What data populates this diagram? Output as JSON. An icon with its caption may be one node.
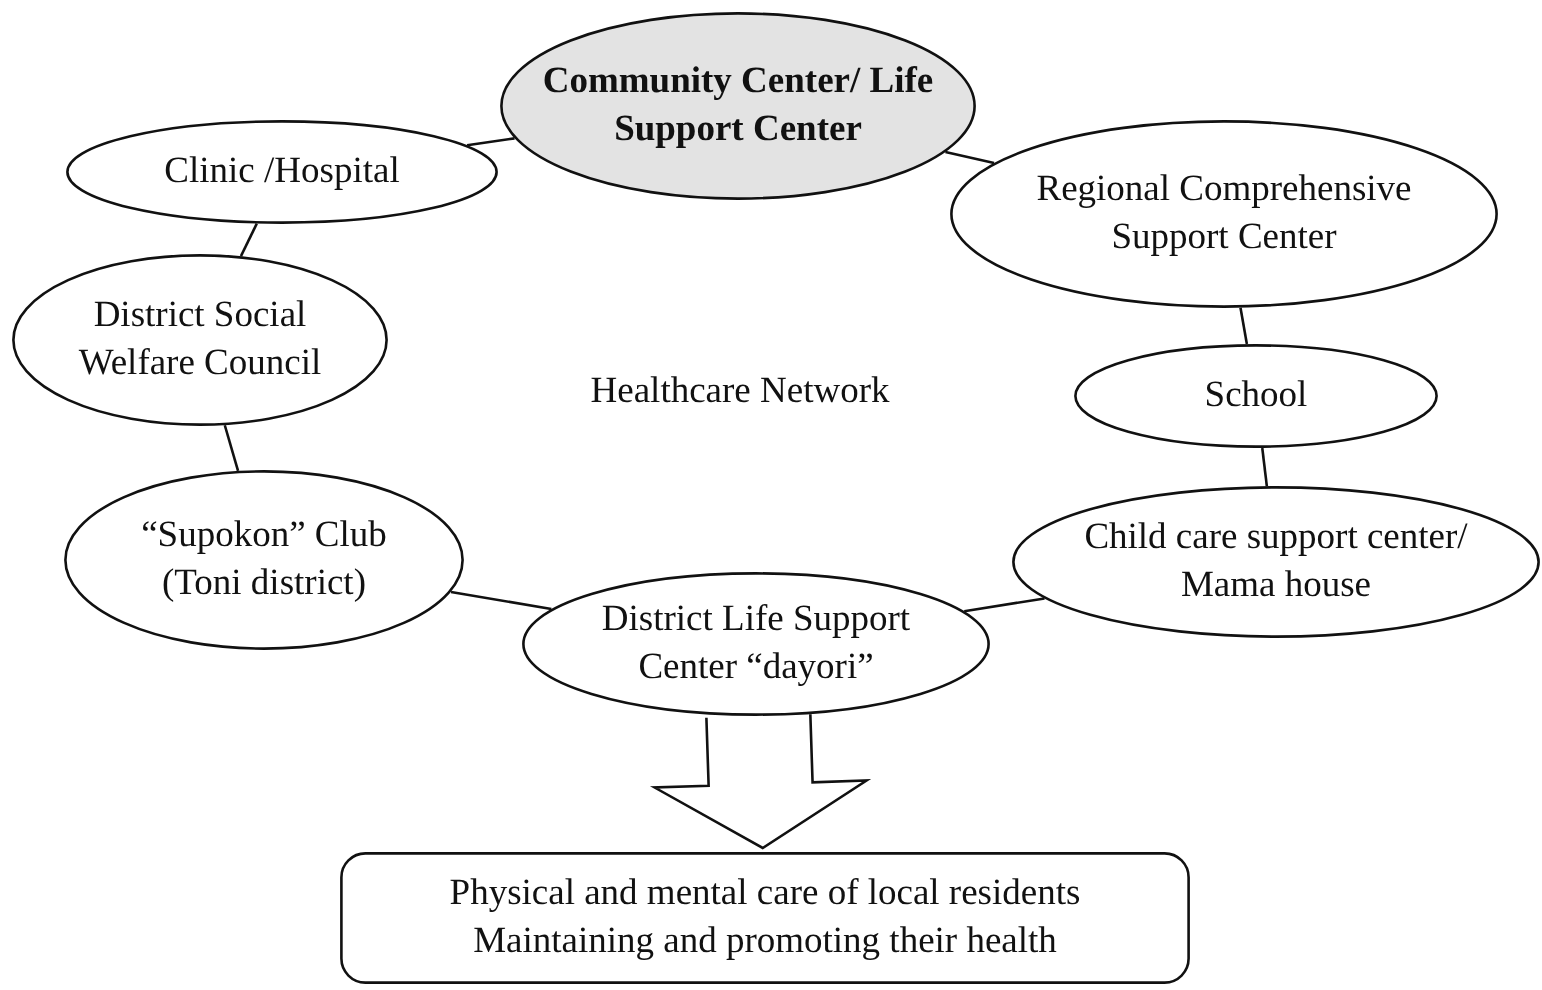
{
  "diagram": {
    "nodes": [
      {
        "text": [
          "Community Center/ Life Support Center"
        ]
      },
      {
        "text": [
          "Clinic /Hospital"
        ]
      },
      {
        "text": [
          "Regional Comprehensive Support Center"
        ]
      },
      {
        "text": [
          "District Social Welfare Council"
        ]
      },
      {
        "text": [
          "School"
        ]
      },
      {
        "text": [
          "“Supokon” Club (Toni district)"
        ]
      },
      {
        "text": [
          "Child care support center/ Mama house"
        ]
      },
      {
        "text": [
          "District Life Support Center “dayori”"
        ]
      },
      {
        "text": [
          "Physical and mental care of local residents Maintaining and promoting their health"
        ]
      }
    ],
    "edges": [
      {
        "from": 1,
        "to": 0,
        "arrow": "none"
      },
      {
        "from": 0,
        "to": 2,
        "arrow": "none"
      },
      {
        "from": 1,
        "to": 3,
        "arrow": "none"
      },
      {
        "from": 2,
        "to": 4,
        "arrow": "none"
      },
      {
        "from": 3,
        "to": 5,
        "arrow": "none"
      },
      {
        "from": 4,
        "to": 6,
        "arrow": "none"
      },
      {
        "from": 5,
        "to": 7,
        "arrow": "none"
      },
      {
        "from": 7,
        "to": 6,
        "arrow": "none"
      },
      {
        "from": 7,
        "to": 8,
        "arrow": "to",
        "style": "thick"
      }
    ],
    "labels": [
      "Healthcare Network"
    ]
  }
}
